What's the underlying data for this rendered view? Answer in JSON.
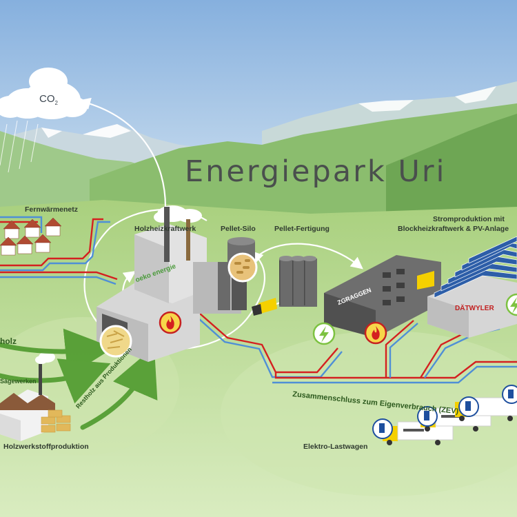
{
  "title": "Energiepark Uri",
  "co2": {
    "text": "CO",
    "sub": "2"
  },
  "labels": {
    "fernwaermenetz": "Fernwärmenetz",
    "holzheizkraftwerk": "Holzheizkraftwerk",
    "pellet_silo": "Pellet-Silo",
    "pellet_fertigung": "Pellet-Fertigung",
    "strom_line1": "Stromproduktion mit",
    "strom_line2": "Blockheizkraftwerk & PV-Anlage",
    "holz_partial": "holz",
    "saegewerken_partial": "Sägewerken",
    "restholz": "Restholz aus Produktionen",
    "holzwerkstoff": "Holzwerkstoffproduktion",
    "zev": "Zusammenschluss zum Eigenverbrauch (ZEV)",
    "elektro_lastwagen": "Elektro-Lastwagen"
  },
  "brands": {
    "oeko": "oeko energie",
    "zgraggen": "ZGRAGGEN",
    "datwyler": "DÄTWYLER"
  },
  "colors": {
    "sky": "#a9c8e6",
    "hill_green": "#8fbf6a",
    "pipe_red": "#d42020",
    "pipe_blue": "#4f8fd6",
    "flame_badge": "#f7d64a",
    "bolt_badge": "#7dc241"
  },
  "icons": [
    "co2-cloud-icon",
    "flame-icon",
    "lightning-icon",
    "ev-charger-icon",
    "wood-chips-icon",
    "pellets-icon"
  ]
}
